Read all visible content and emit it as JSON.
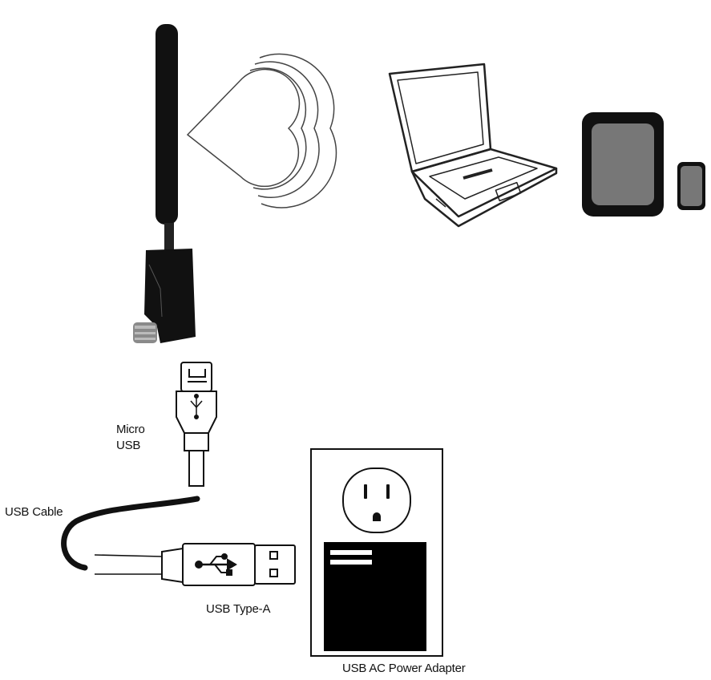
{
  "labels": {
    "micro_usb_line1": "Micro",
    "micro_usb_line2": "USB",
    "usb_cable": "USB Cable",
    "usb_type_a": "USB Type-A",
    "usb_ac_power_adapter": "USB AC Power Adapter"
  },
  "icons": [
    "antenna-icon",
    "wifi-signal-icon",
    "laptop-icon",
    "tablet-icon",
    "phone-icon",
    "micro-usb-plug-icon",
    "usb-type-a-plug-icon",
    "wall-outlet-icon",
    "power-adapter-icon"
  ],
  "colors": {
    "line": "#111111",
    "device_fill": "#777777",
    "background": "#ffffff"
  }
}
